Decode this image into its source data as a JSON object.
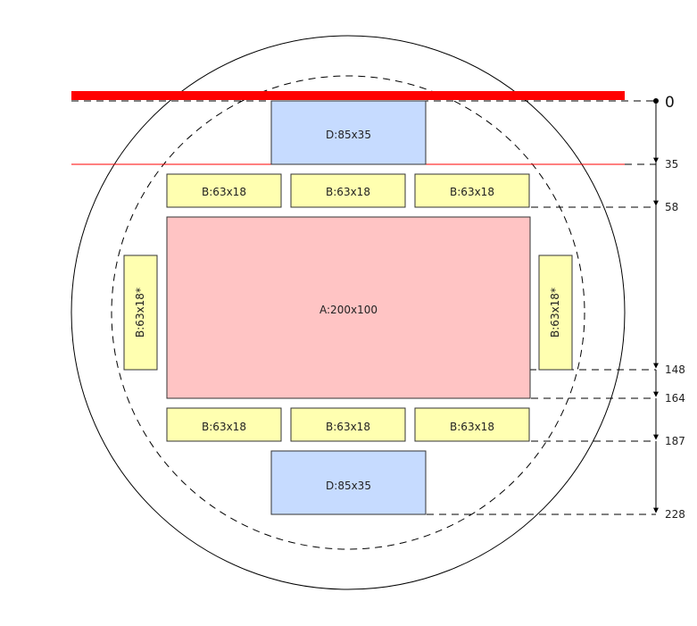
{
  "colors": {
    "box_a": "#ffc4c4",
    "box_b": "#ffffb0",
    "box_d": "#c6dbff",
    "accent_red": "#ff0000",
    "stroke": "#333333"
  },
  "boxes": {
    "d_top": "D:85x35",
    "b_top_1": "B:63x18",
    "b_top_2": "B:63x18",
    "b_top_3": "B:63x18",
    "b_left": "B:63x18*",
    "a_center": "A:200x100",
    "b_right": "B:63x18*",
    "b_bottom_1": "B:63x18",
    "b_bottom_2": "B:63x18",
    "b_bottom_3": "B:63x18",
    "d_bottom": "D:85x35"
  },
  "dimensions": {
    "d0": "0",
    "d35": "35",
    "d58": "58",
    "d148": "148",
    "d164": "164",
    "d187": "187",
    "d228": "228"
  }
}
